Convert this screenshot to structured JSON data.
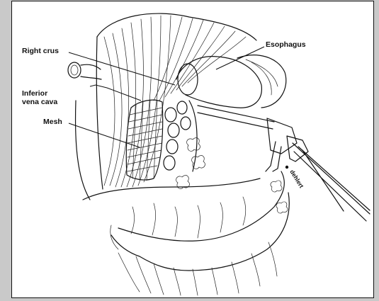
{
  "labels": {
    "right_crus": "Right crus",
    "esophagus": "Esophagus",
    "inferior_line1": "Inferior",
    "inferior_line2": "vena cava",
    "mesh": "Mesh",
    "dehlert": "dehlert"
  },
  "colors": {
    "ink": "#111111",
    "paper": "#ffffff",
    "background": "#c9c9c9"
  }
}
